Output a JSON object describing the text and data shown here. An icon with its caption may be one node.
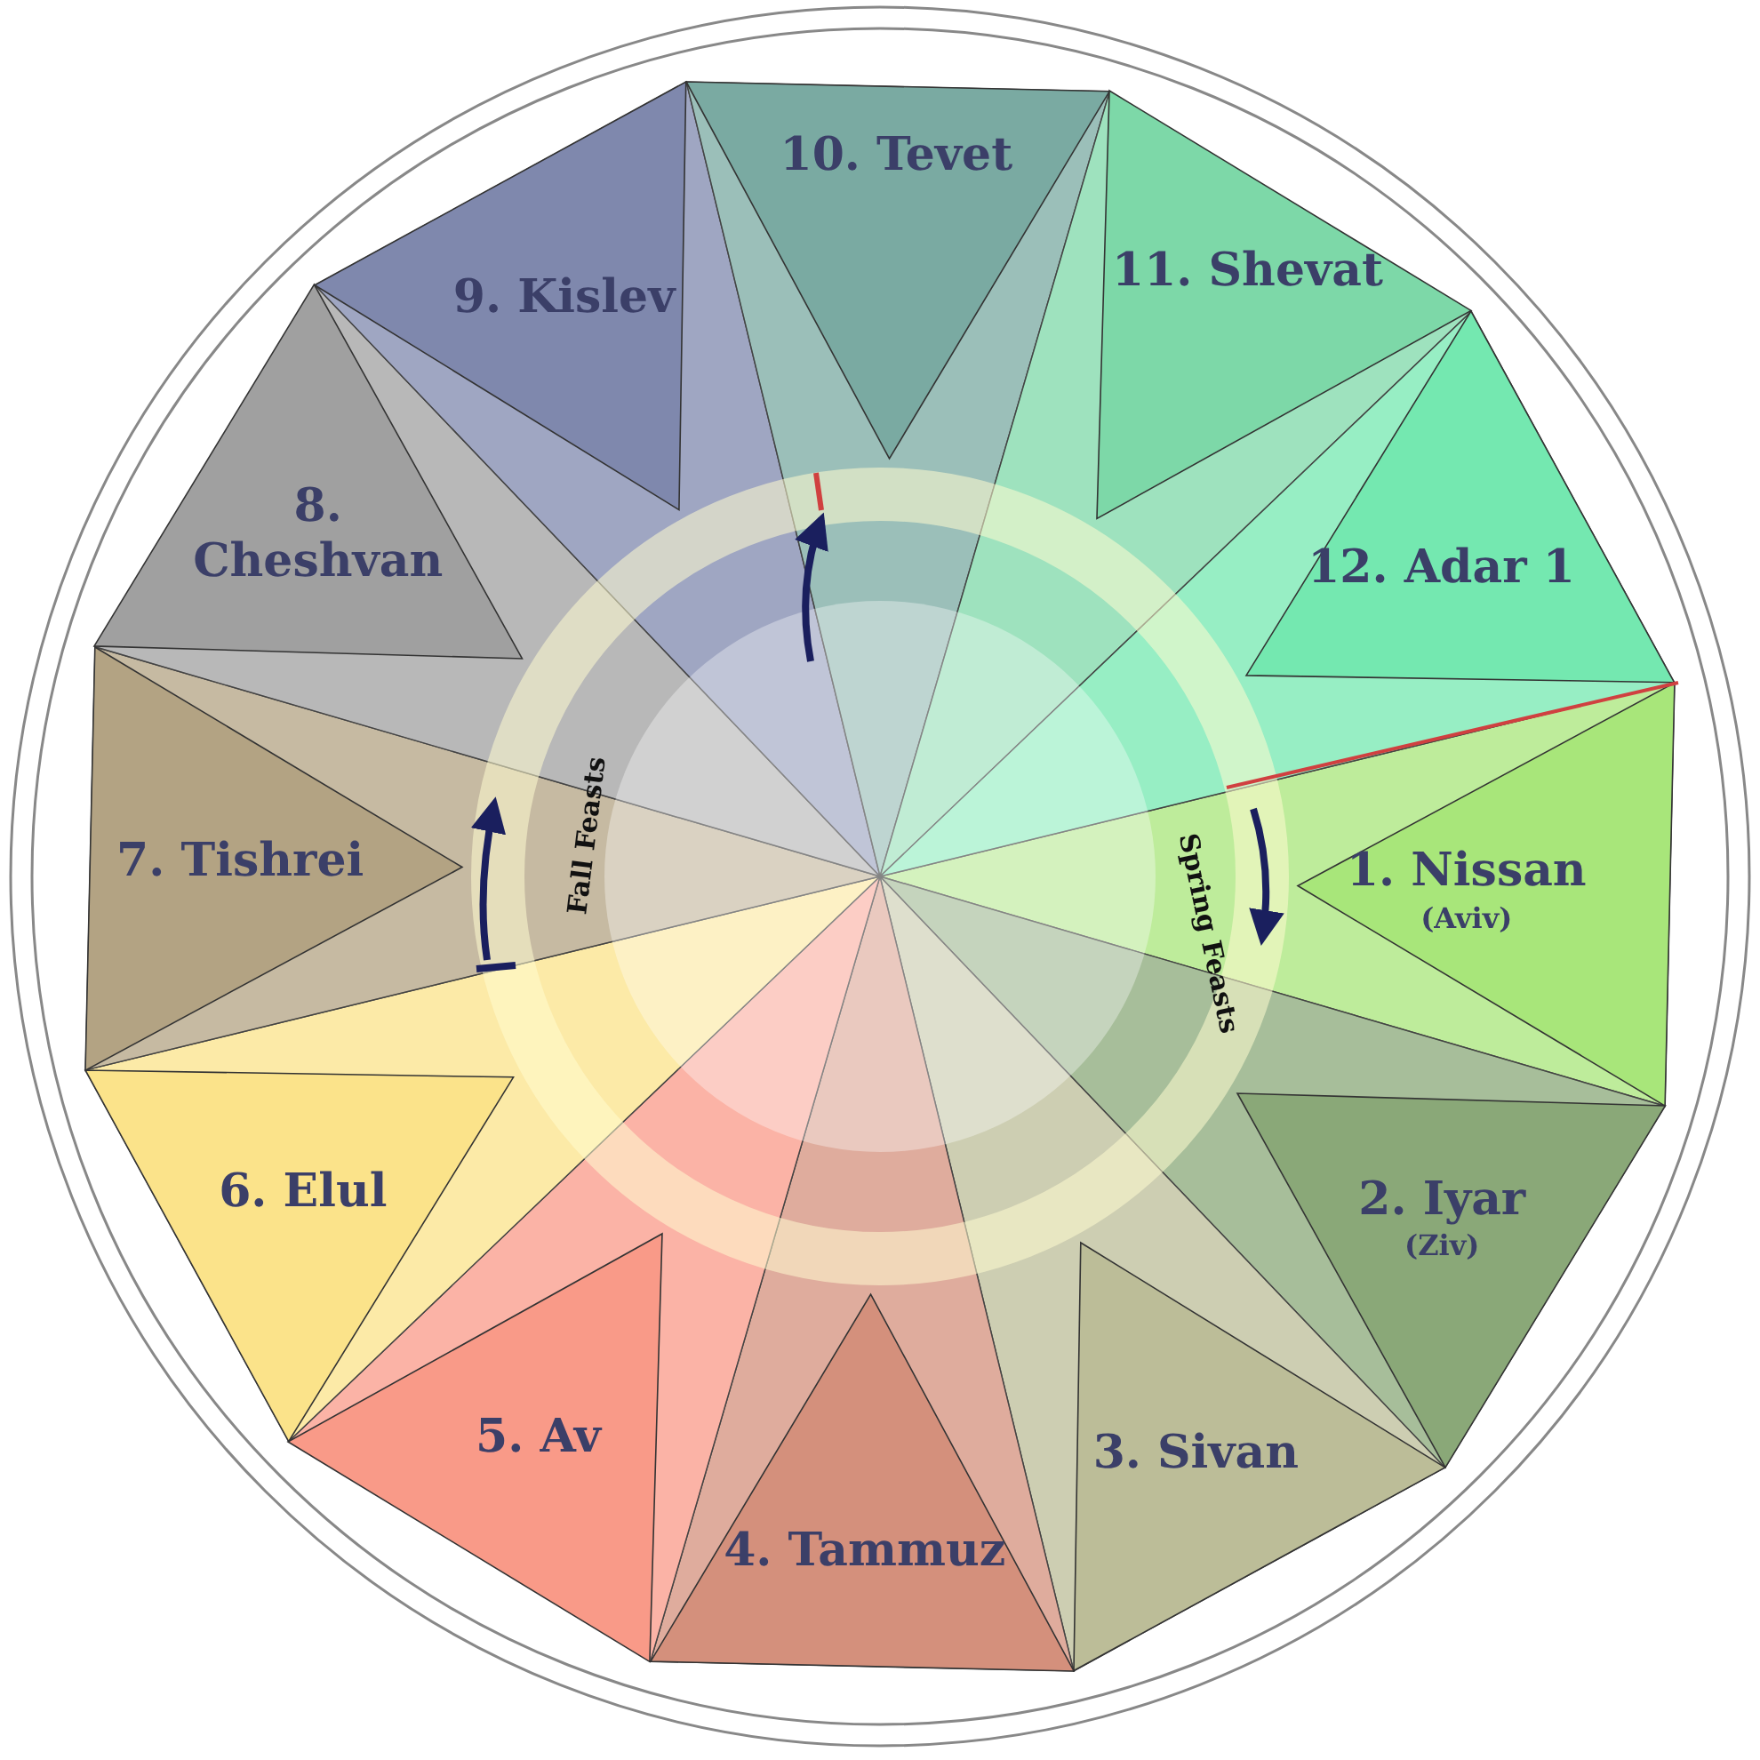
{
  "diagram": {
    "nodes": [
      {
        "text": [
          "1. Nissan",
          "(Aviv)"
        ]
      },
      {
        "text": [
          "2. Iyar",
          "(Ziv)"
        ]
      },
      {
        "text": [
          "3. Sivan"
        ]
      },
      {
        "text": [
          "4. Tammuz"
        ]
      },
      {
        "text": [
          "5. Av"
        ]
      },
      {
        "text": [
          "6. Elul"
        ]
      },
      {
        "text": [
          "7. Tishrei"
        ]
      },
      {
        "text": [
          "8. Cheshvan"
        ]
      },
      {
        "text": [
          "9. Kislev"
        ]
      },
      {
        "text": [
          "10. Tevet"
        ]
      },
      {
        "text": [
          "11. Shevat"
        ]
      },
      {
        "text": [
          "12. Adar 1"
        ]
      }
    ],
    "edges": [],
    "labels": [
      "Spring Feasts",
      "Fall Feasts"
    ]
  }
}
